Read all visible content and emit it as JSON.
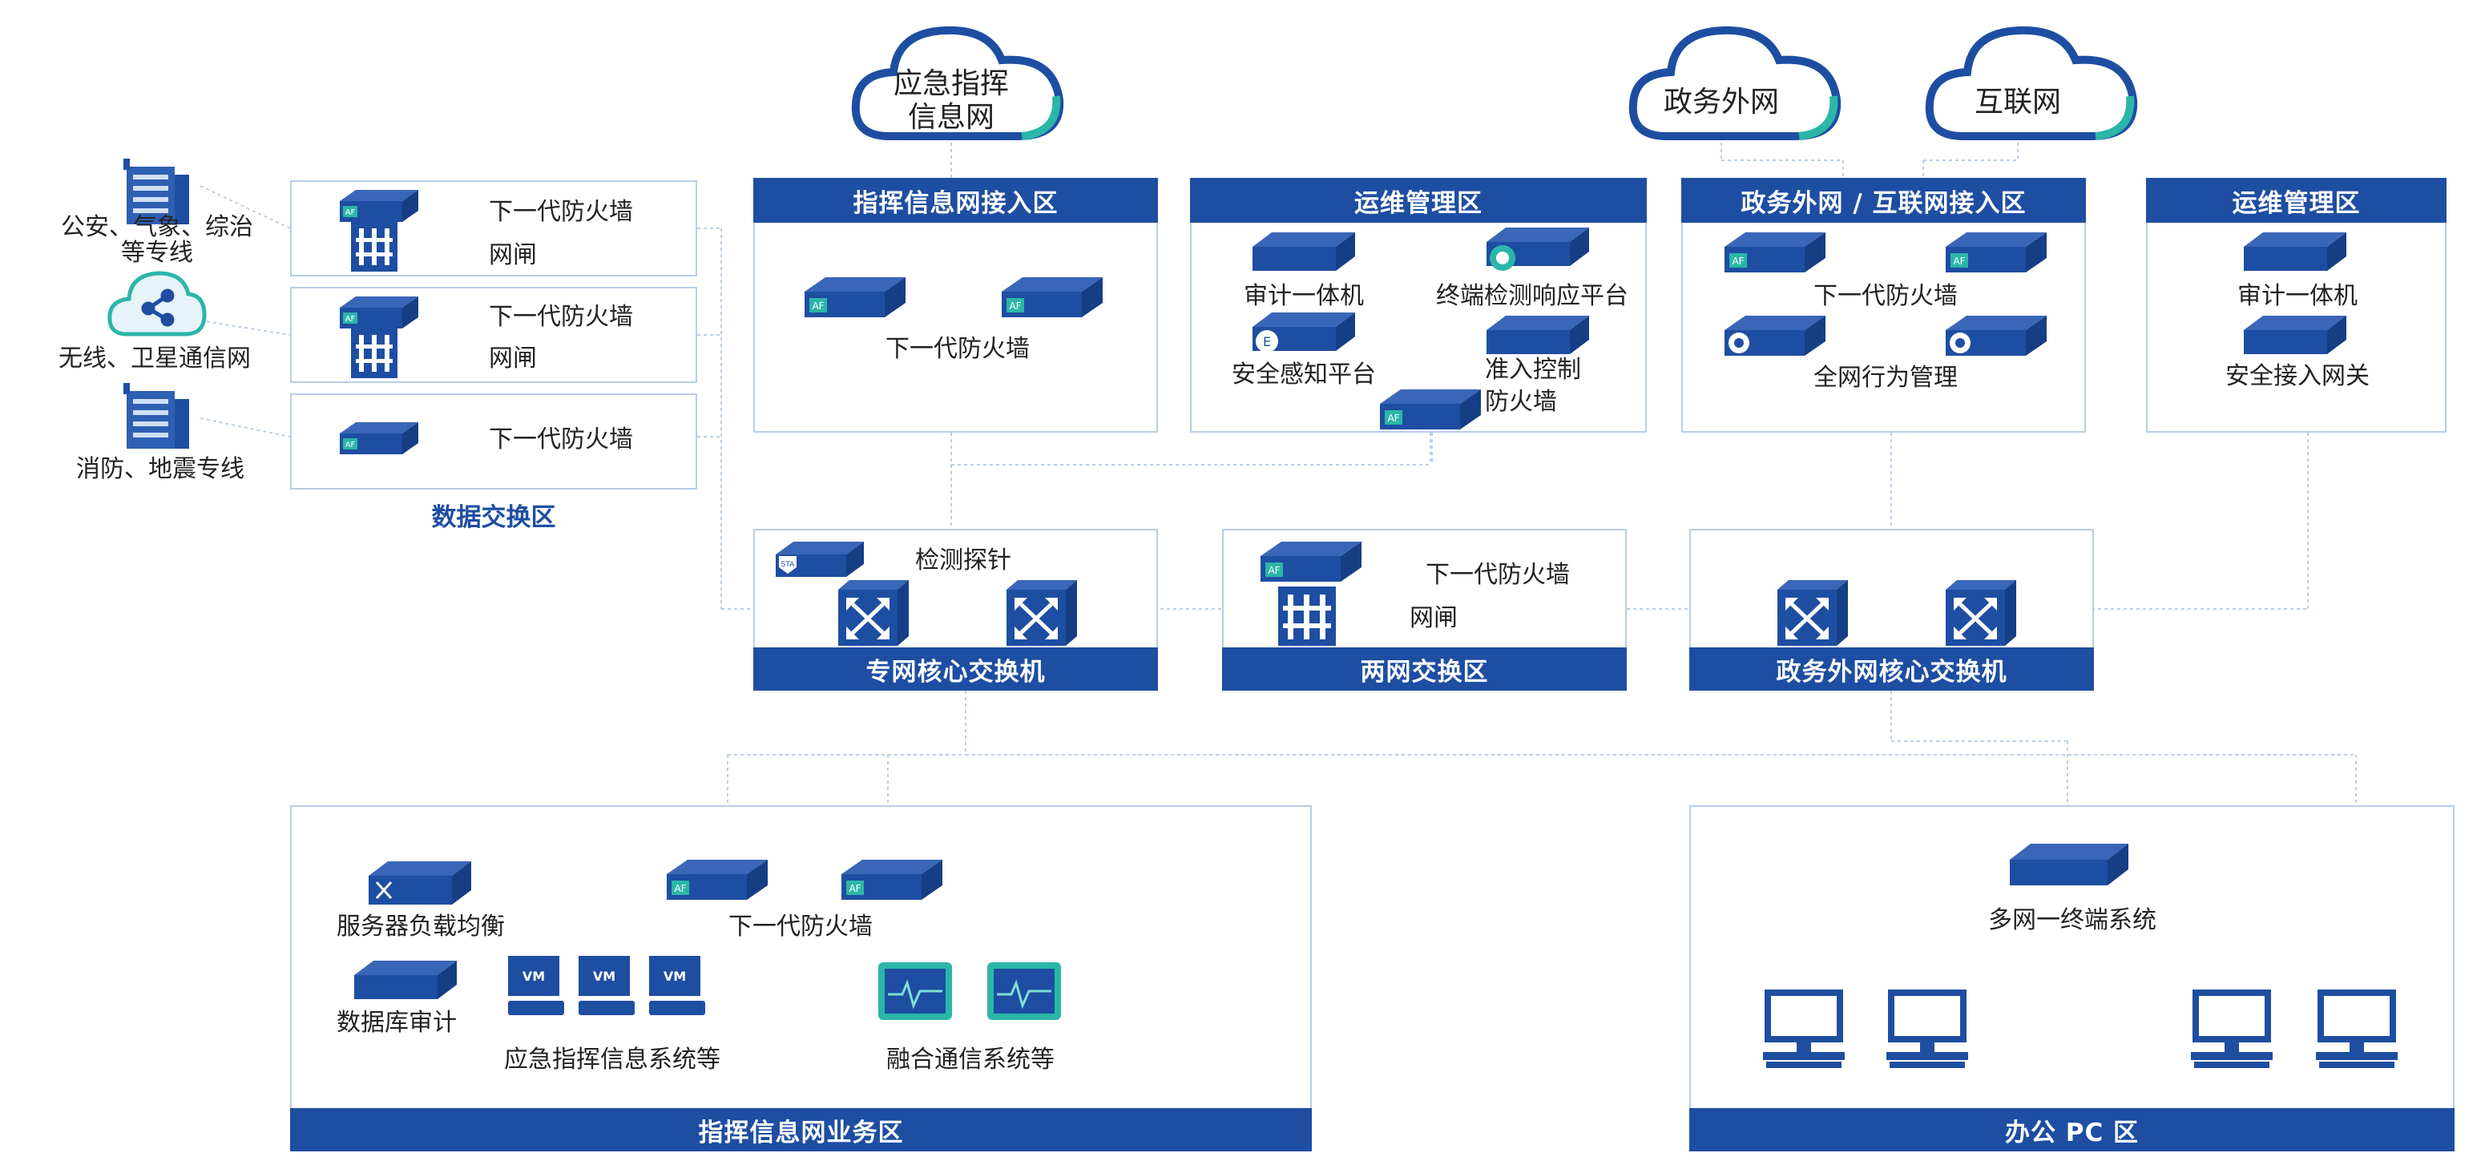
{
  "clouds": {
    "emergency": "应急指挥\n信息网",
    "gov_ext": "政务外网",
    "internet": "互联网"
  },
  "external_sources": {
    "public_security": "公安、气象、综治\n等专线",
    "wireless": "无线、卫星通信网",
    "fire_quake": "消防、地震专线"
  },
  "data_exchange": {
    "title": "数据交换区",
    "row1_fw": "下一代防火墙",
    "row1_gate": "网闸",
    "row2_fw": "下一代防火墙",
    "row2_gate": "网闸",
    "row3_fw": "下一代防火墙"
  },
  "cmd_access": {
    "title": "指挥信息网接入区",
    "fw": "下一代防火墙"
  },
  "ops1": {
    "title": "运维管理区",
    "audit": "审计一体机",
    "edr": "终端检测响应平台",
    "sip": "安全感知平台",
    "nac": "准入控制\n防火墙"
  },
  "gov_access": {
    "title": "政务外网 / 互联网接入区",
    "fw": "下一代防火墙",
    "ac": "全网行为管理"
  },
  "ops2": {
    "title": "运维管理区",
    "audit": "审计一体机",
    "vpn": "安全接入网关"
  },
  "core_private": {
    "title": "专网核心交换机",
    "probe": "检测探针"
  },
  "two_net": {
    "title": "两网交换区",
    "fw": "下一代防火墙",
    "gate": "网闸"
  },
  "core_gov": {
    "title": "政务外网核心交换机"
  },
  "business": {
    "title": "指挥信息网业务区",
    "slb": "服务器负载均衡",
    "fw": "下一代防火墙",
    "dbaudit": "数据库审计",
    "vm_label": "VM",
    "apps": "应急指挥信息系统等",
    "unified": "融合通信系统等"
  },
  "office": {
    "title": "办公 PC 区",
    "multi": "多网一终端系统"
  },
  "colors": {
    "primary_blue": "#1e4ea2",
    "box_border": "#b9cde6",
    "device_teal": "#2bb6a8",
    "cloud_stroke": "#1e4ea2"
  }
}
